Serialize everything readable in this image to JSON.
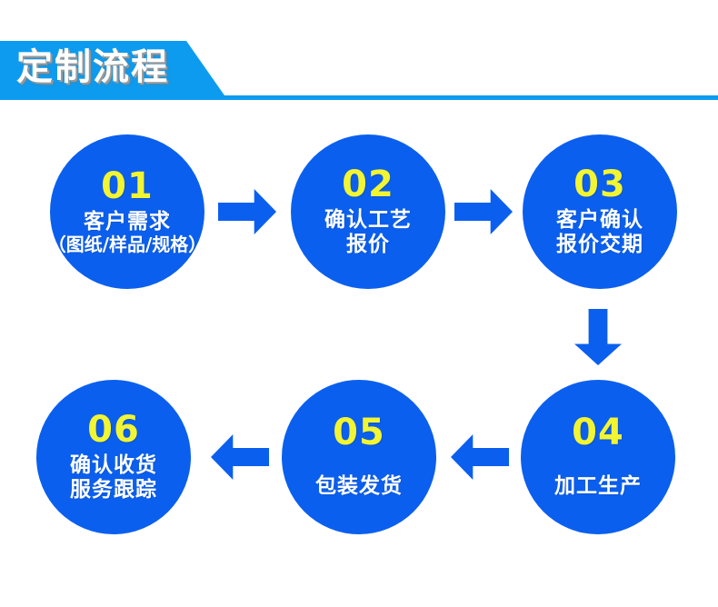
{
  "header": {
    "title": "定制流程",
    "banner_color": "#0d9bf0",
    "title_color": "#ffffff"
  },
  "theme": {
    "circle_color": "#0b5fee",
    "number_color": "#f2f531",
    "label_color": "#ffffff",
    "background": "#ffffff"
  },
  "flow": {
    "steps": [
      {
        "number": "01",
        "line1": "客户需求",
        "line2": "（图纸/样品/规格）"
      },
      {
        "number": "02",
        "line1": "确认工艺",
        "line2": "报价"
      },
      {
        "number": "03",
        "line1": "客户确认",
        "line2": "报价交期"
      },
      {
        "number": "04",
        "line1": "加工生产",
        "line2": ""
      },
      {
        "number": "05",
        "line1": "包装发货",
        "line2": ""
      },
      {
        "number": "06",
        "line1": "确认收货",
        "line2": "服务跟踪"
      }
    ],
    "connectors": [
      {
        "name": "arrow-right-icon",
        "from": "01",
        "to": "02",
        "direction": "right"
      },
      {
        "name": "arrow-right-icon",
        "from": "02",
        "to": "03",
        "direction": "right"
      },
      {
        "name": "arrow-down-icon",
        "from": "03",
        "to": "04",
        "direction": "down"
      },
      {
        "name": "arrow-left-icon",
        "from": "04",
        "to": "05",
        "direction": "left"
      },
      {
        "name": "arrow-left-icon",
        "from": "05",
        "to": "06",
        "direction": "left"
      }
    ]
  }
}
